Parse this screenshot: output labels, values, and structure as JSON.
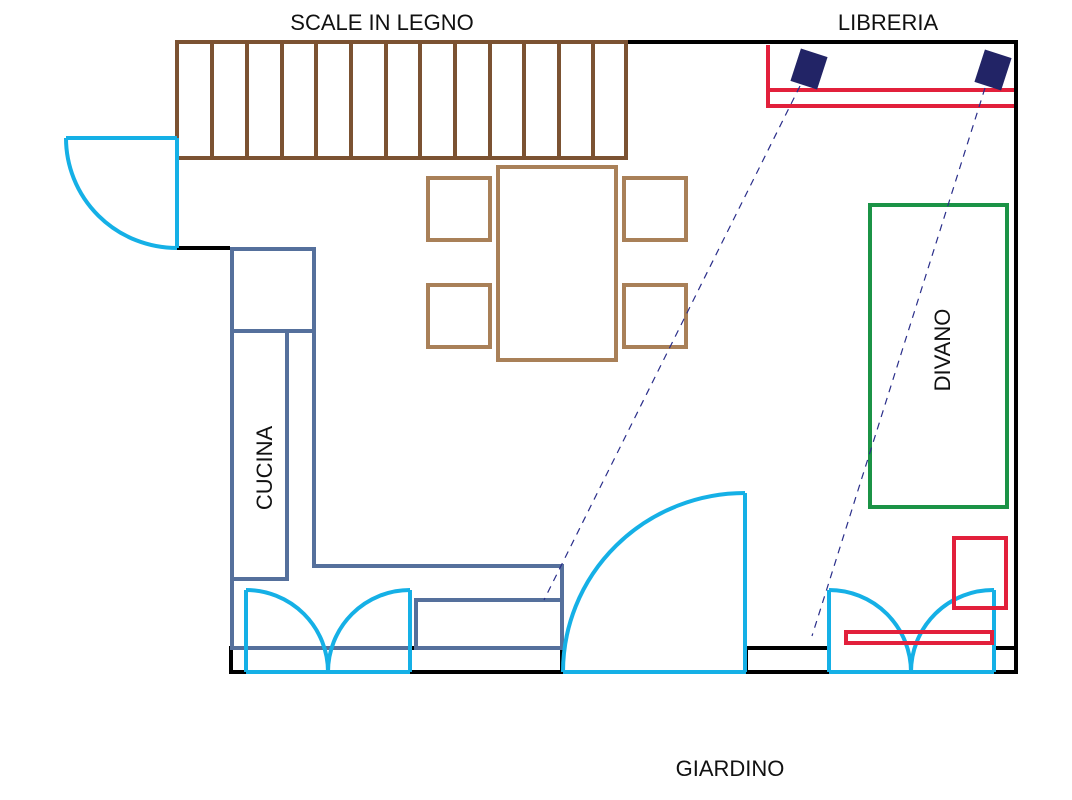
{
  "labels": {
    "stairs": "SCALE IN LEGNO",
    "bookshelf": "LIBRERIA",
    "kitchen": "CUCINA",
    "sofa": "DIVANO",
    "garden": "GIARDINO"
  },
  "colors": {
    "walls": "#000000",
    "doors_windows": "#15b0e6",
    "stairs": "#7b5232",
    "dining_table_chairs": "#a98058",
    "kitchen": "#55709c",
    "sofa": "#1b9346",
    "bookshelf_furniture": "#e2203b",
    "speakers": "#222466"
  }
}
